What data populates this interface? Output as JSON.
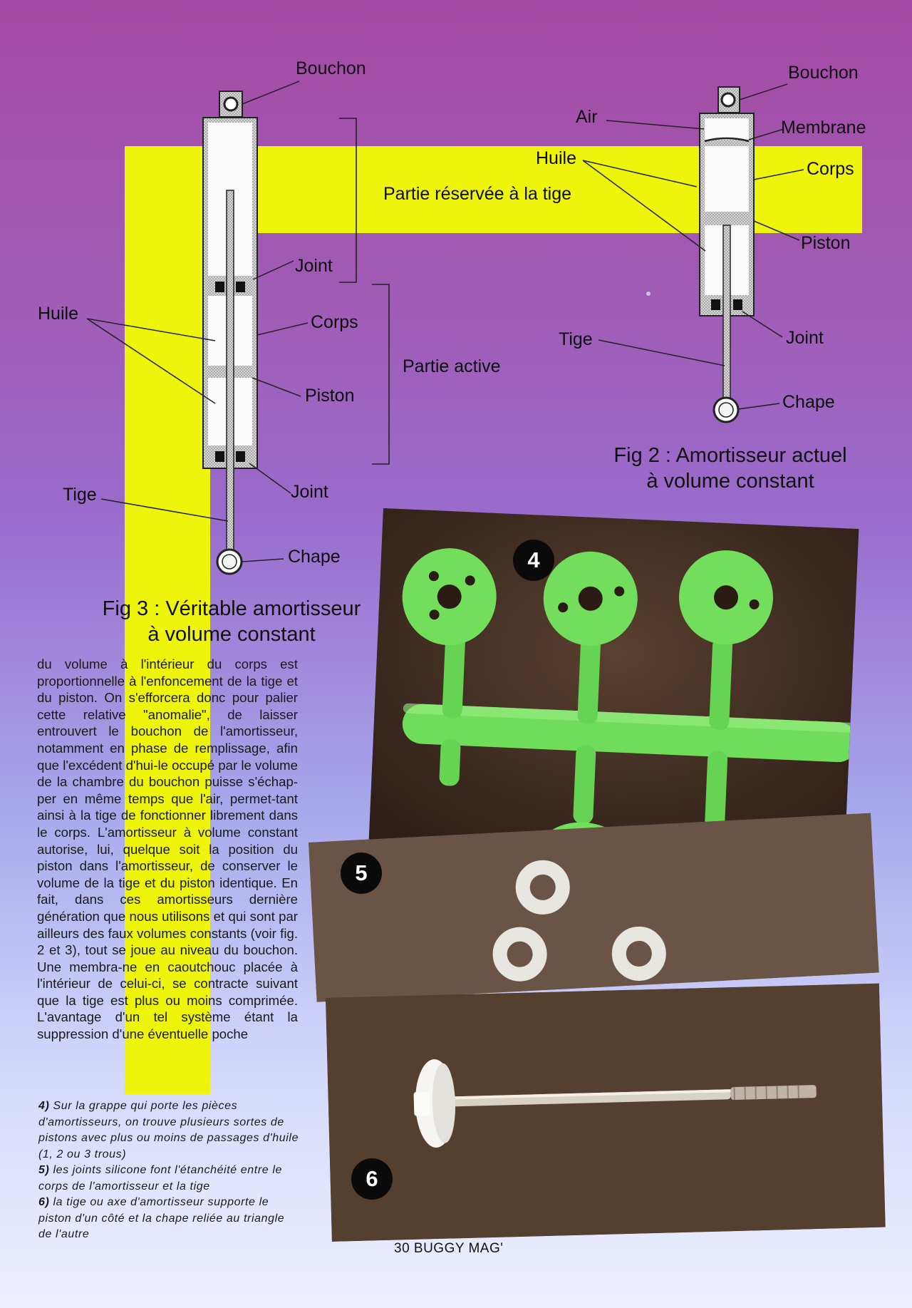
{
  "fig3": {
    "labels": {
      "bouchon": "Bouchon",
      "joint_top": "Joint",
      "huile": "Huile",
      "corps": "Corps",
      "piston": "Piston",
      "joint_bottom": "Joint",
      "tige": "Tige",
      "chape": "Chape",
      "partie_active": "Partie active",
      "partie_reservee": "Partie réservée à la tige"
    },
    "caption_line1": "Fig 3 : Véritable amortisseur",
    "caption_line2": "à volume constant"
  },
  "fig2": {
    "labels": {
      "bouchon": "Bouchon",
      "air": "Air",
      "membrane": "Membrane",
      "huile": "Huile",
      "corps": "Corps",
      "piston": "Piston",
      "tige": "Tige",
      "joint": "Joint",
      "chape": "Chape"
    },
    "caption_line1": "Fig 2 : Amortisseur actuel",
    "caption_line2": "à volume constant"
  },
  "article": {
    "body": "du volume à l'intérieur du corps est proportionnelle à l'enfoncement de la tige et du piston. On s'efforcera donc pour palier cette relative \"anomalie\", de laisser entrouvert le bouchon de l'amortisseur, notamment en phase de remplissage, afin que l'excédent d'hui-le occupé par le volume de la chambre du bouchon puisse s'échap-per en même temps que l'air, permet-tant ainsi à la tige de fonctionner librement dans le corps. L'amortisseur à volume constant autorise, lui, quelque soit la position du piston dans l'amortisseur, de conserver le volume de la tige et du piston identique. En fait, dans ces amortisseurs dernière génération que nous utilisons et qui sont par ailleurs des faux volumes constants (voir fig. 2 et 3), tout se joue au niveau du bouchon. Une membra-ne en caoutchouc placée à l'intérieur de celui-ci, se contracte suivant que la tige est plus ou moins comprimée. L'avantage d'un tel système étant la suppression d'une éventuelle poche",
    "captions": [
      {
        "num": "4)",
        "text": " Sur la grappe qui porte les pièces d'amortisseurs, on trouve plusieurs sortes de pistons avec plus ou moins de passages d'huile (1, 2 ou 3 trous)"
      },
      {
        "num": "5)",
        "text": " les joints silicone font l'étanchéité entre le corps de l'amortisseur et la tige"
      },
      {
        "num": "6)",
        "text": " la tige ou axe d'amortisseur supporte le piston d'un côté et la chape reliée au triangle de l'autre"
      }
    ]
  },
  "photos": {
    "badge4": "4",
    "badge5": "5",
    "badge6": "6"
  },
  "footer": "30 BUGGY MAG'",
  "colors": {
    "highlight": "#eef40c",
    "piston_green": "#6fdc5a",
    "background_top": "#a54aa6",
    "background_bottom": "#eef0ff"
  }
}
